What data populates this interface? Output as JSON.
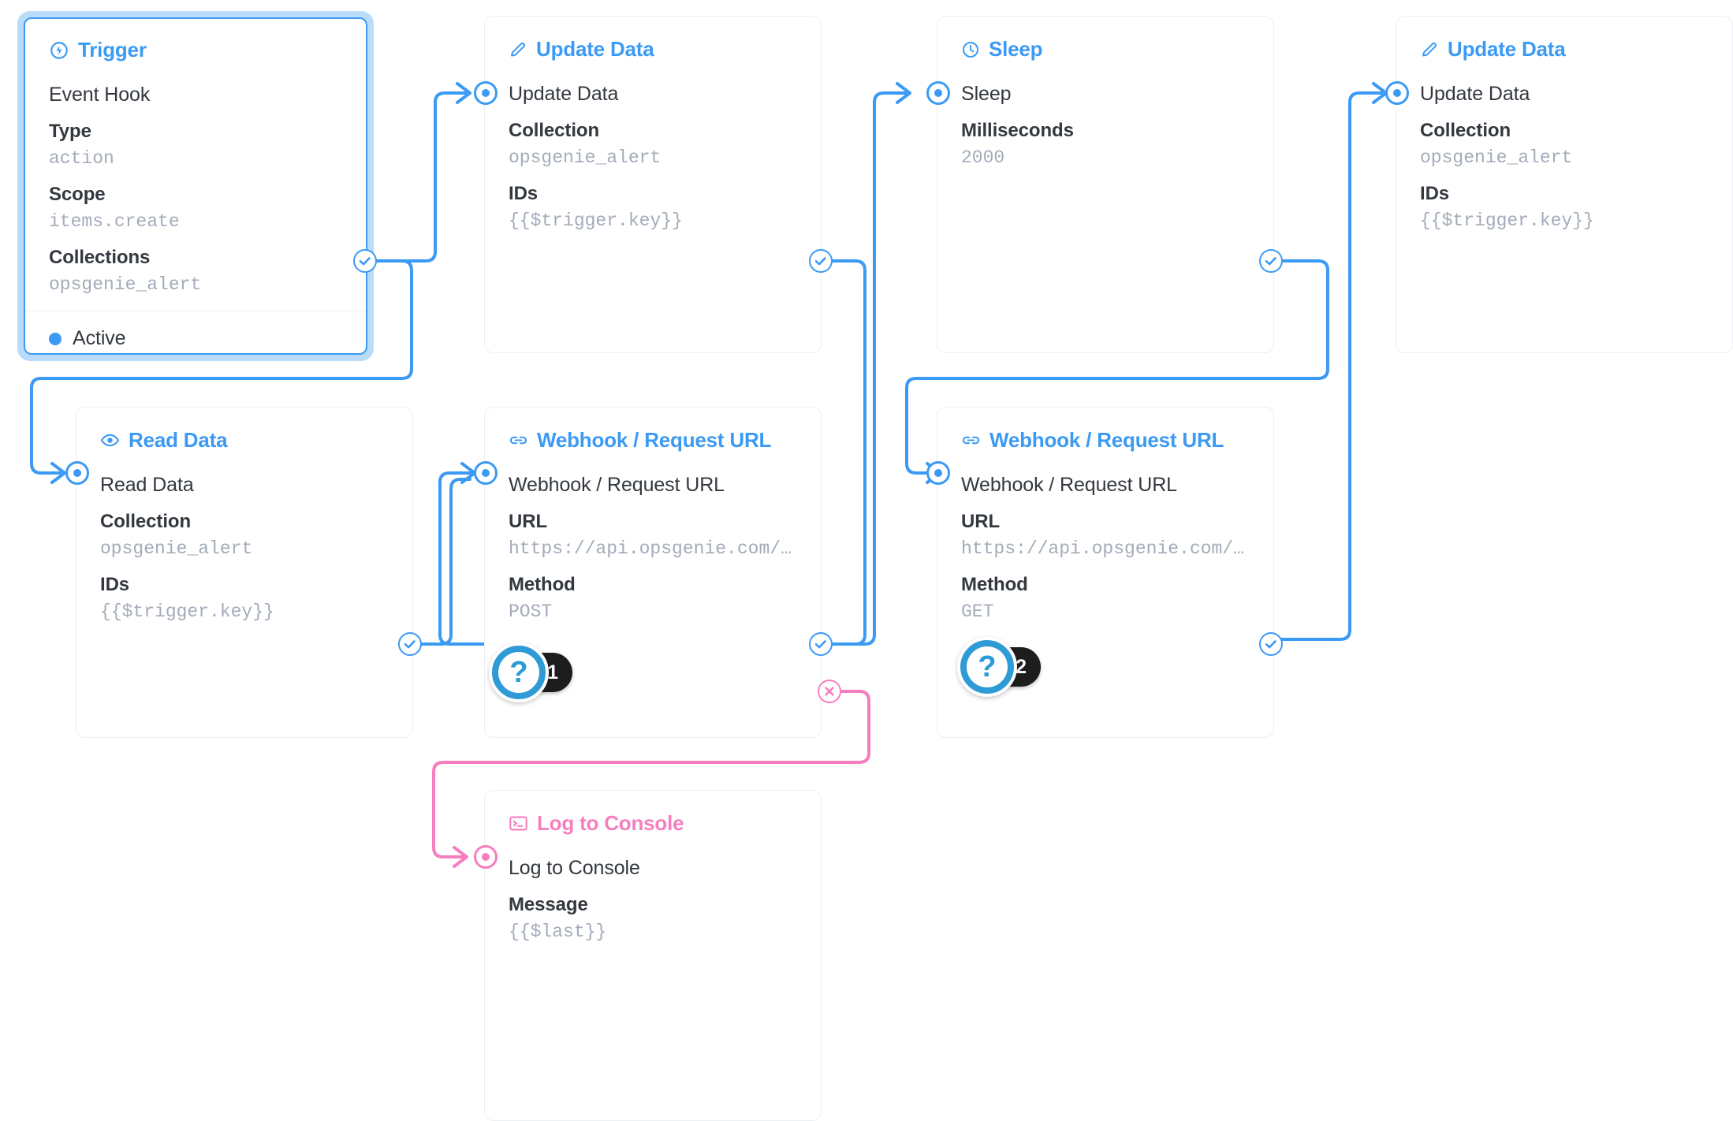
{
  "colors": {
    "accent": "#3b9af4",
    "accent_dark": "#2f9bd6",
    "pink": "#f77ebe",
    "text": "#33383f",
    "muted": "#a3abb9",
    "card_border": "#eceef2",
    "selected_halo": "#b9dcfb",
    "badge_bg": "#1d1d1d"
  },
  "nodes": {
    "trigger": {
      "title": "Trigger",
      "icon": "bolt-circle-icon",
      "row_name": "Event Hook",
      "fields": [
        {
          "label": "Type",
          "value": "action"
        },
        {
          "label": "Scope",
          "value": "items.create"
        },
        {
          "label": "Collections",
          "value": "opsgenie_alert"
        }
      ],
      "status": "Active"
    },
    "update_data_1": {
      "title": "Update Data",
      "icon": "pencil-icon",
      "row_name": "Update Data",
      "fields": [
        {
          "label": "Collection",
          "value": "opsgenie_alert"
        },
        {
          "label": "IDs",
          "value": "{{$trigger.key}}"
        }
      ]
    },
    "sleep": {
      "title": "Sleep",
      "icon": "clock-icon",
      "row_name": "Sleep",
      "fields": [
        {
          "label": "Milliseconds",
          "value": "2000"
        }
      ]
    },
    "update_data_2": {
      "title": "Update Data",
      "icon": "pencil-icon",
      "row_name": "Update Data",
      "fields": [
        {
          "label": "Collection",
          "value": "opsgenie_alert"
        },
        {
          "label": "IDs",
          "value": "{{$trigger.key}}"
        }
      ]
    },
    "read_data": {
      "title": "Read Data",
      "icon": "eye-icon",
      "row_name": "Read Data",
      "fields": [
        {
          "label": "Collection",
          "value": "opsgenie_alert"
        },
        {
          "label": "IDs",
          "value": "{{$trigger.key}}"
        }
      ]
    },
    "webhook_post": {
      "title": "Webhook / Request URL",
      "icon": "link-icon",
      "row_name": "Webhook / Request URL",
      "fields": [
        {
          "label": "URL",
          "value": "https://api.opsgenie.com/v…"
        },
        {
          "label": "Method",
          "value": "POST"
        }
      ]
    },
    "webhook_get": {
      "title": "Webhook / Request URL",
      "icon": "link-icon",
      "row_name": "Webhook / Request URL",
      "fields": [
        {
          "label": "URL",
          "value": "https://api.opsgenie.com/v…"
        },
        {
          "label": "Method",
          "value": "GET"
        }
      ]
    },
    "log_to_console": {
      "title": "Log to Console",
      "icon": "terminal-icon",
      "row_name": "Log to Console",
      "fields": [
        {
          "label": "Message",
          "value": "{{$last}}"
        }
      ]
    }
  },
  "help_badges": [
    {
      "glyph": "?",
      "count": "1"
    },
    {
      "glyph": "?",
      "count": "2"
    }
  ],
  "markers": {
    "resolve_success": "check-icon",
    "resolve_reject": "x-icon"
  }
}
